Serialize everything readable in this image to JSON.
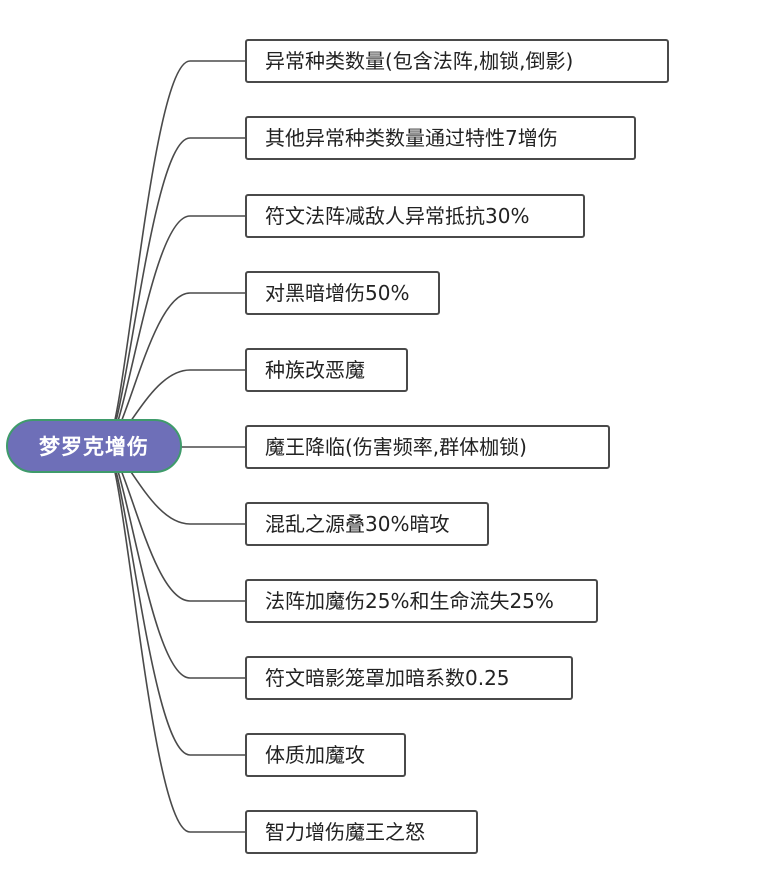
{
  "root": {
    "label": "梦罗克增伤"
  },
  "topics": [
    {
      "label": "异常种类数量(包含法阵,枷锁,倒影)"
    },
    {
      "label": "其他异常种类数量通过特性7增伤"
    },
    {
      "label": "符文法阵减敌人异常抵抗30%"
    },
    {
      "label": "对黑暗增伤50%"
    },
    {
      "label": "种族改恶魔"
    },
    {
      "label": "魔王降临(伤害频率,群体枷锁)"
    },
    {
      "label": "混乱之源叠30%暗攻"
    },
    {
      "label": "法阵加魔伤25%和生命流失25%"
    },
    {
      "label": "符文暗影笼罩加暗系数0.25"
    },
    {
      "label": "体质加魔攻"
    },
    {
      "label": "智力增伤魔王之怒"
    }
  ],
  "colors": {
    "root_fill": "#6e6fb8",
    "root_border": "#3f9b6b",
    "root_text": "#ffffff",
    "topic_border": "#4a4a4a",
    "connector": "#4a4a4a"
  }
}
